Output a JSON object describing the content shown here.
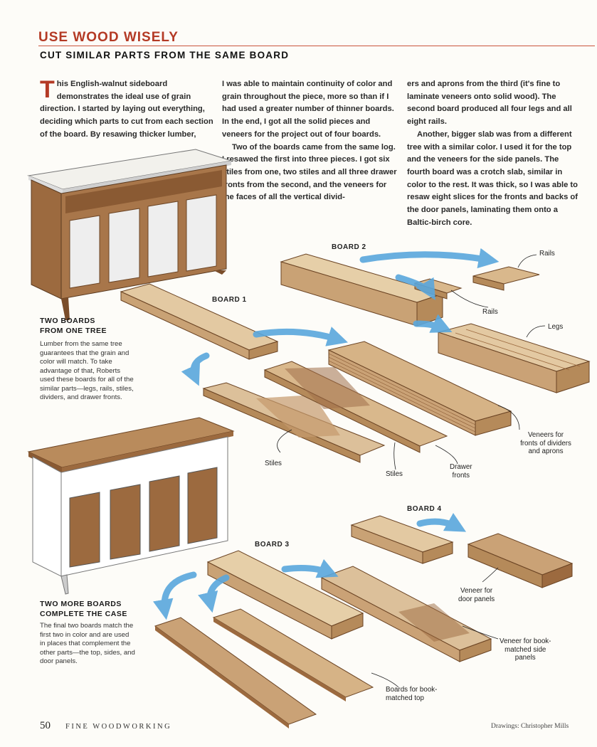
{
  "header": {
    "title": "USE WOOD WISELY",
    "subtitle": "CUT SIMILAR PARTS FROM THE SAME BOARD"
  },
  "body": {
    "dropcap": "T",
    "col1_p1": "his English-walnut sideboard demonstrates the ideal use of grain direction. I started by laying out everything, deciding which parts to cut from each section of the board. By resawing thicker lumber,",
    "col2_p1": "I was able to maintain continuity of color and grain throughout the piece, more so than if I had used a greater number of thinner boards. In the end, I got all the solid pieces and veneers for the project out of four boards.",
    "col2_p2": "Two of the boards came from the same log. I resawed the first into three pieces. I got six stiles from one, two stiles and all three drawer fronts from the second, and the veneers for the faces of all the vertical divid-",
    "col3_p1": "ers and aprons from the third (it's fine to laminate veneers onto solid wood). The second board produced all four legs and all eight rails.",
    "col3_p2": "Another, bigger slab was from a different tree with a similar color. I used it for the top and the veneers for the side panels. The fourth board was a crotch slab, similar in color to the rest. It was thick, so I was able to resaw eight slices for the fronts and backs of the door panels, laminating them onto a Baltic-birch core."
  },
  "captions": {
    "first_title_1": "TWO BOARDS",
    "first_title_2": "FROM ONE TREE",
    "first_body": "Lumber from the same tree guarantees that the grain and color will match. To take advantage of that, Roberts used these boards for all of the similar parts—legs, rails, stiles, dividers, and drawer fronts.",
    "second_title_1": "TWO MORE BOARDS",
    "second_title_2": "COMPLETE THE CASE",
    "second_body": "The final two boards match the first two in color and are used in places that complement the other parts—the top, sides, and door panels."
  },
  "labels": {
    "board1": "BOARD 1",
    "board2": "BOARD 2",
    "board3": "BOARD 3",
    "board4": "BOARD 4",
    "rails_top": "Rails",
    "rails_bottom": "Rails",
    "legs": "Legs",
    "veneers_1": "Veneers for",
    "veneers_2": "fronts of dividers",
    "veneers_3": "and aprons",
    "stiles_left": "Stiles",
    "stiles_right": "Stiles",
    "drawer_1": "Drawer",
    "drawer_2": "fronts",
    "door_1": "Veneer for",
    "door_2": "door panels",
    "side_1": "Veneer for book-",
    "side_2": "matched side",
    "side_3": "panels",
    "top_1": "Boards for book-",
    "top_2": "matched top"
  },
  "footer": {
    "page_number": "50",
    "magazine": "FINE WOODWORKING",
    "credit": "Drawings: Christopher Mills"
  },
  "colors": {
    "accent": "#b43a25",
    "arrow": "#5aa7dd",
    "wood_light": "#e3c9a2",
    "wood_dark": "#8a5a33"
  }
}
